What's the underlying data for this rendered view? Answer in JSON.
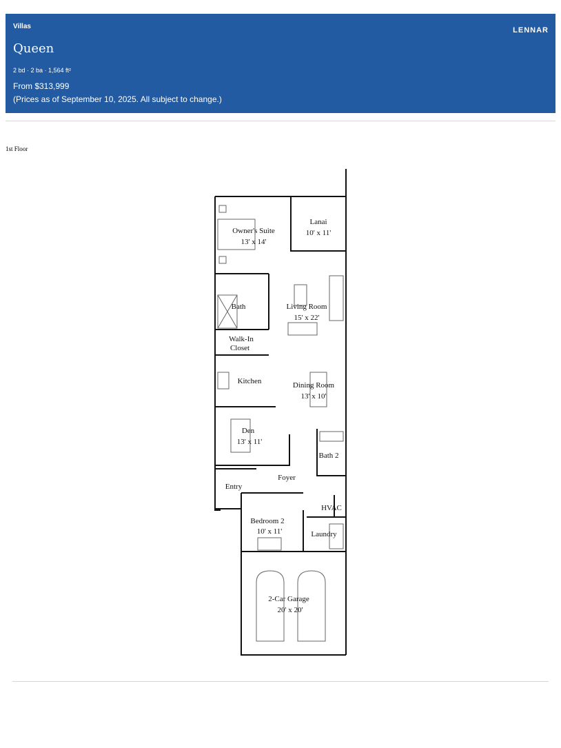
{
  "header": {
    "category": "Villas",
    "brand": "LENNAR",
    "plan_name": "Queen",
    "specs": "2 bd · 2 ba · 1,564 ft²",
    "price": "From $313,999",
    "price_note": "(Prices as of September 10, 2025. All subject to change.)",
    "background_color": "#235ba3"
  },
  "floor_label": "1st Floor",
  "rooms": {
    "owners_suite": {
      "name": "Owner's Suite",
      "size": "13' x 14'"
    },
    "lanai": {
      "name": "Lanai",
      "size": "10' x 11'"
    },
    "bath": {
      "name": "Bath"
    },
    "living_room": {
      "name": "Living Room",
      "size": "15' x 22'"
    },
    "walk_in_closet": {
      "name1": "Walk-In",
      "name2": "Closet"
    },
    "kitchen": {
      "name": "Kitchen"
    },
    "dining_room": {
      "name": "Dining Room",
      "size": "13' x 10'"
    },
    "den": {
      "name": "Den",
      "size": "13' x 11'"
    },
    "bath2": {
      "name": "Bath 2"
    },
    "foyer": {
      "name": "Foyer"
    },
    "entry": {
      "name": "Entry"
    },
    "hvac": {
      "name": "HVAC"
    },
    "bedroom2": {
      "name": "Bedroom 2",
      "size": "10' x 11'"
    },
    "laundry": {
      "name": "Laundry"
    },
    "garage": {
      "name": "2-Car Garage",
      "size": "20' x 20'"
    }
  }
}
